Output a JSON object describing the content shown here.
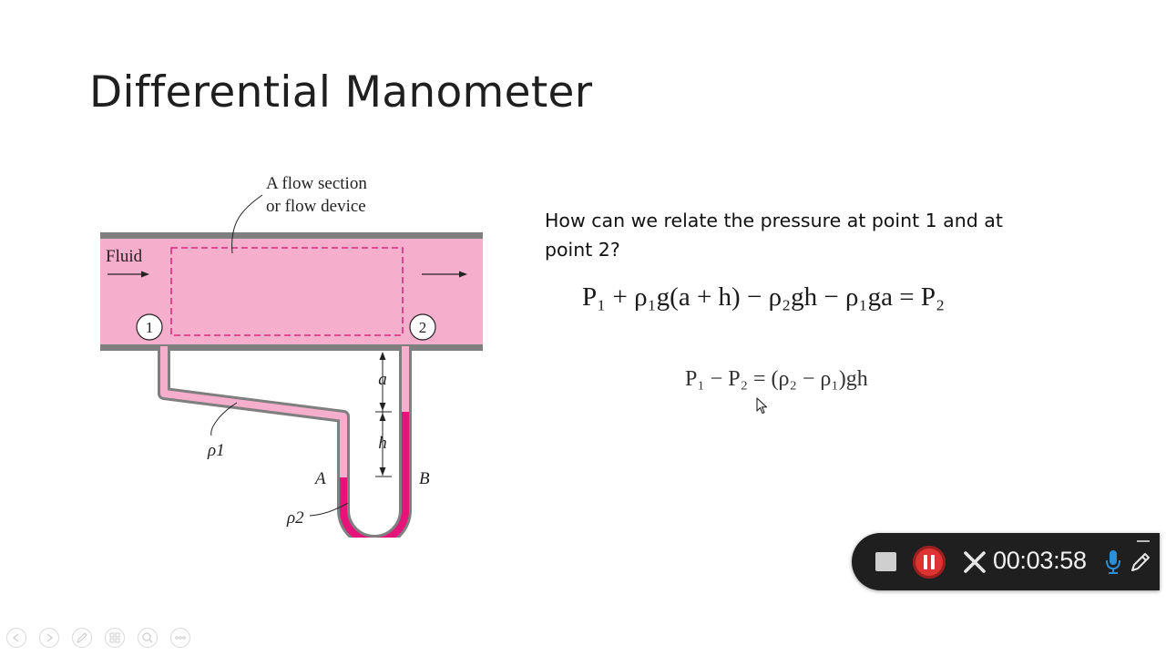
{
  "slide": {
    "title": "Differential Manometer",
    "question": "How can we relate the pressure at point 1 and at point 2?",
    "equation1": "P₁ + ρ₁g(a + h) − ρ₂gh − ρ₁ga = P₂",
    "equation2": "P₁ − P₂ = (ρ₂ − ρ₁)gh"
  },
  "diagram": {
    "flow_section_label_line1": "A flow section",
    "flow_section_label_line2": "or flow device",
    "fluid_label": "Fluid",
    "point1": "1",
    "point2": "2",
    "label_a": "a",
    "label_h": "h",
    "label_A": "A",
    "label_B": "B",
    "label_rho1": "ρ1",
    "label_rho2": "ρ2",
    "colors": {
      "pipe_fluid": "#f5aecb",
      "manometer_fluid": "#e5147a",
      "pipe_wall": "#7f7f7f",
      "dashed_box": "#d0106e"
    }
  },
  "recorder": {
    "time": "00:03:58",
    "icons": [
      "stop-icon",
      "pause-icon",
      "close-icon",
      "microphone-icon",
      "pen-icon",
      "minimize-icon"
    ],
    "colors": {
      "background": "#1f1f1f",
      "pause": "#dd3333",
      "mic": "#2b8fd6"
    }
  },
  "nav": {
    "icons": [
      "previous-slide-icon",
      "next-slide-icon",
      "pen-tool-icon",
      "see-all-slides-icon",
      "zoom-icon",
      "more-options-icon"
    ]
  }
}
